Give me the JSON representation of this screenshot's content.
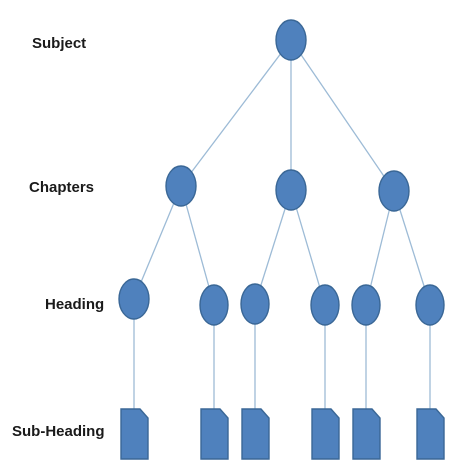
{
  "levels": {
    "subject": "Subject",
    "chapters": "Chapters",
    "heading": "Heading",
    "sub_heading": "Sub-Heading"
  },
  "colors": {
    "node_fill": "#4f81bd",
    "node_stroke": "#3a6796",
    "edge": "#9dbbd6",
    "label": "#1a1a1a"
  },
  "tree": {
    "subject_count": 1,
    "chapter_count": 3,
    "headings_per_chapter": 2,
    "subheadings_per_heading": 1
  }
}
